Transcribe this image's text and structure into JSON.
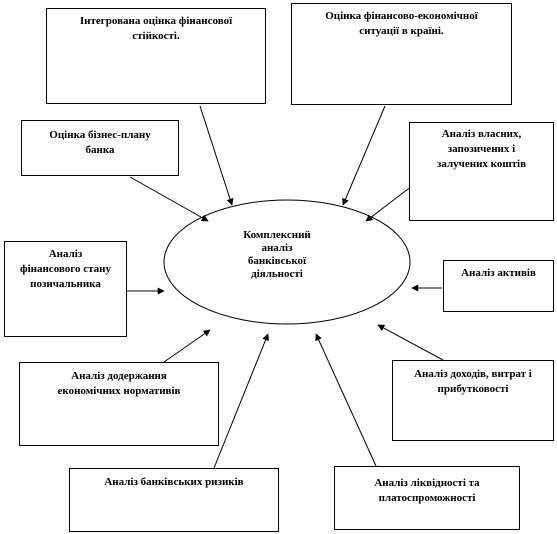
{
  "center": {
    "lines": [
      "Комплексний",
      "аналіз",
      "банківської",
      "діяльності"
    ]
  },
  "boxes": {
    "integrated": {
      "lines": [
        "Інтегрована оцінка фінансової",
        "стійкості."
      ]
    },
    "country": {
      "lines": [
        "Оцінка фінансово-економічної",
        "ситуації в країні."
      ]
    },
    "business_plan": {
      "lines": [
        "Оцінка бізнес-плану",
        "банка"
      ]
    },
    "capital": {
      "lines": [
        "Аналіз власних,",
        "запозичених і",
        "залучених коштів"
      ]
    },
    "borrower": {
      "lines": [
        "Аналіз",
        "фінансового стану",
        "позичальника"
      ]
    },
    "assets": {
      "lines": [
        "Аналіз активів"
      ]
    },
    "norms": {
      "lines": [
        "Аналіз додержання",
        "економічних нормативів"
      ]
    },
    "income": {
      "lines": [
        "Аналіз доходів, витрат і",
        "прибутковості"
      ]
    },
    "risks": {
      "lines": [
        "Аналіз банківських ризиків"
      ]
    },
    "liquidity": {
      "lines": [
        "Аналіз ліквідності та",
        "платоспроможності"
      ]
    }
  }
}
